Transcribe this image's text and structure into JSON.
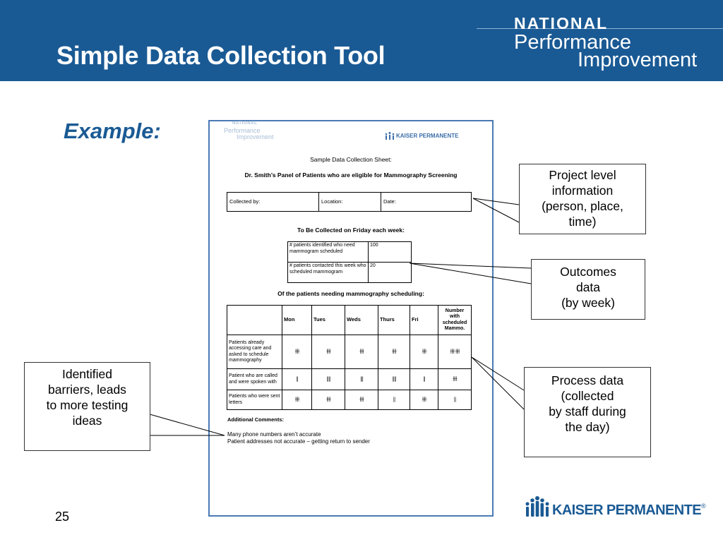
{
  "slide": {
    "title": "Simple Data Collection Tool",
    "example_label": "Example:",
    "page_number": "25"
  },
  "logos": {
    "npi": {
      "line1": "NATIONAL",
      "line2": "Performance",
      "line3": "Improvement"
    },
    "kaiser": "KAISER PERMANENTE",
    "registered": "®"
  },
  "document": {
    "npi_logo": {
      "line1": "NATIONAL",
      "line2": "Performance",
      "line3": "Improvement"
    },
    "kaiser_logo": "KAISER PERMANENTE",
    "title": "Sample Data Collection Sheet:",
    "subtitle": "Dr. Smith’s Panel of Patients who are eligible for Mammography Screening",
    "project_table": {
      "collected_by": "Collected by:",
      "location": "Location:",
      "date": "Date:"
    },
    "weekly_heading": "To Be Collected on Friday each week:",
    "weekly_rows": [
      {
        "label": "# patients  identified who need mammogram scheduled",
        "value": "100"
      },
      {
        "label": "# patients contacted this week who scheduled mammogram",
        "value": "20"
      }
    ],
    "process_heading": "Of the patients needing mammography scheduling:",
    "process_columns": [
      "Mon",
      "Tues",
      "Weds",
      "Thurs",
      "Fri",
      "Number with scheduled Mammo."
    ],
    "process_rows": [
      {
        "label": "Patients already accessing care and asked to schedule mammography",
        "tallies": [
          "卌",
          "卌",
          "卌",
          "卌",
          "卌",
          "卌 卌"
        ]
      },
      {
        "label": "Patient who are called and were spoken with",
        "tallies": [
          "||",
          "||||",
          "|||",
          "||||",
          "||",
          "卌"
        ]
      },
      {
        "label": "Patients who were sent letters",
        "tallies": [
          "卌",
          "卌",
          "卌",
          "||",
          "卌",
          "||"
        ]
      }
    ],
    "comments_heading": "Additional Comments:",
    "comments": [
      "Many phone numbers aren’t accurate",
      "Patient addresses not accurate – getting return to sender"
    ]
  },
  "callouts": {
    "project": [
      "Project level",
      "information",
      "(person, place,",
      "time)"
    ],
    "outcomes": [
      "Outcomes",
      "data",
      "(by week)"
    ],
    "process": [
      "Process data",
      "(collected",
      "by staff during",
      "the day)"
    ],
    "barriers": [
      "Identified",
      "barriers, leads",
      "to more testing",
      "ideas"
    ]
  },
  "colors": {
    "banner": "#1a5a94",
    "accent": "#1a5a94"
  }
}
